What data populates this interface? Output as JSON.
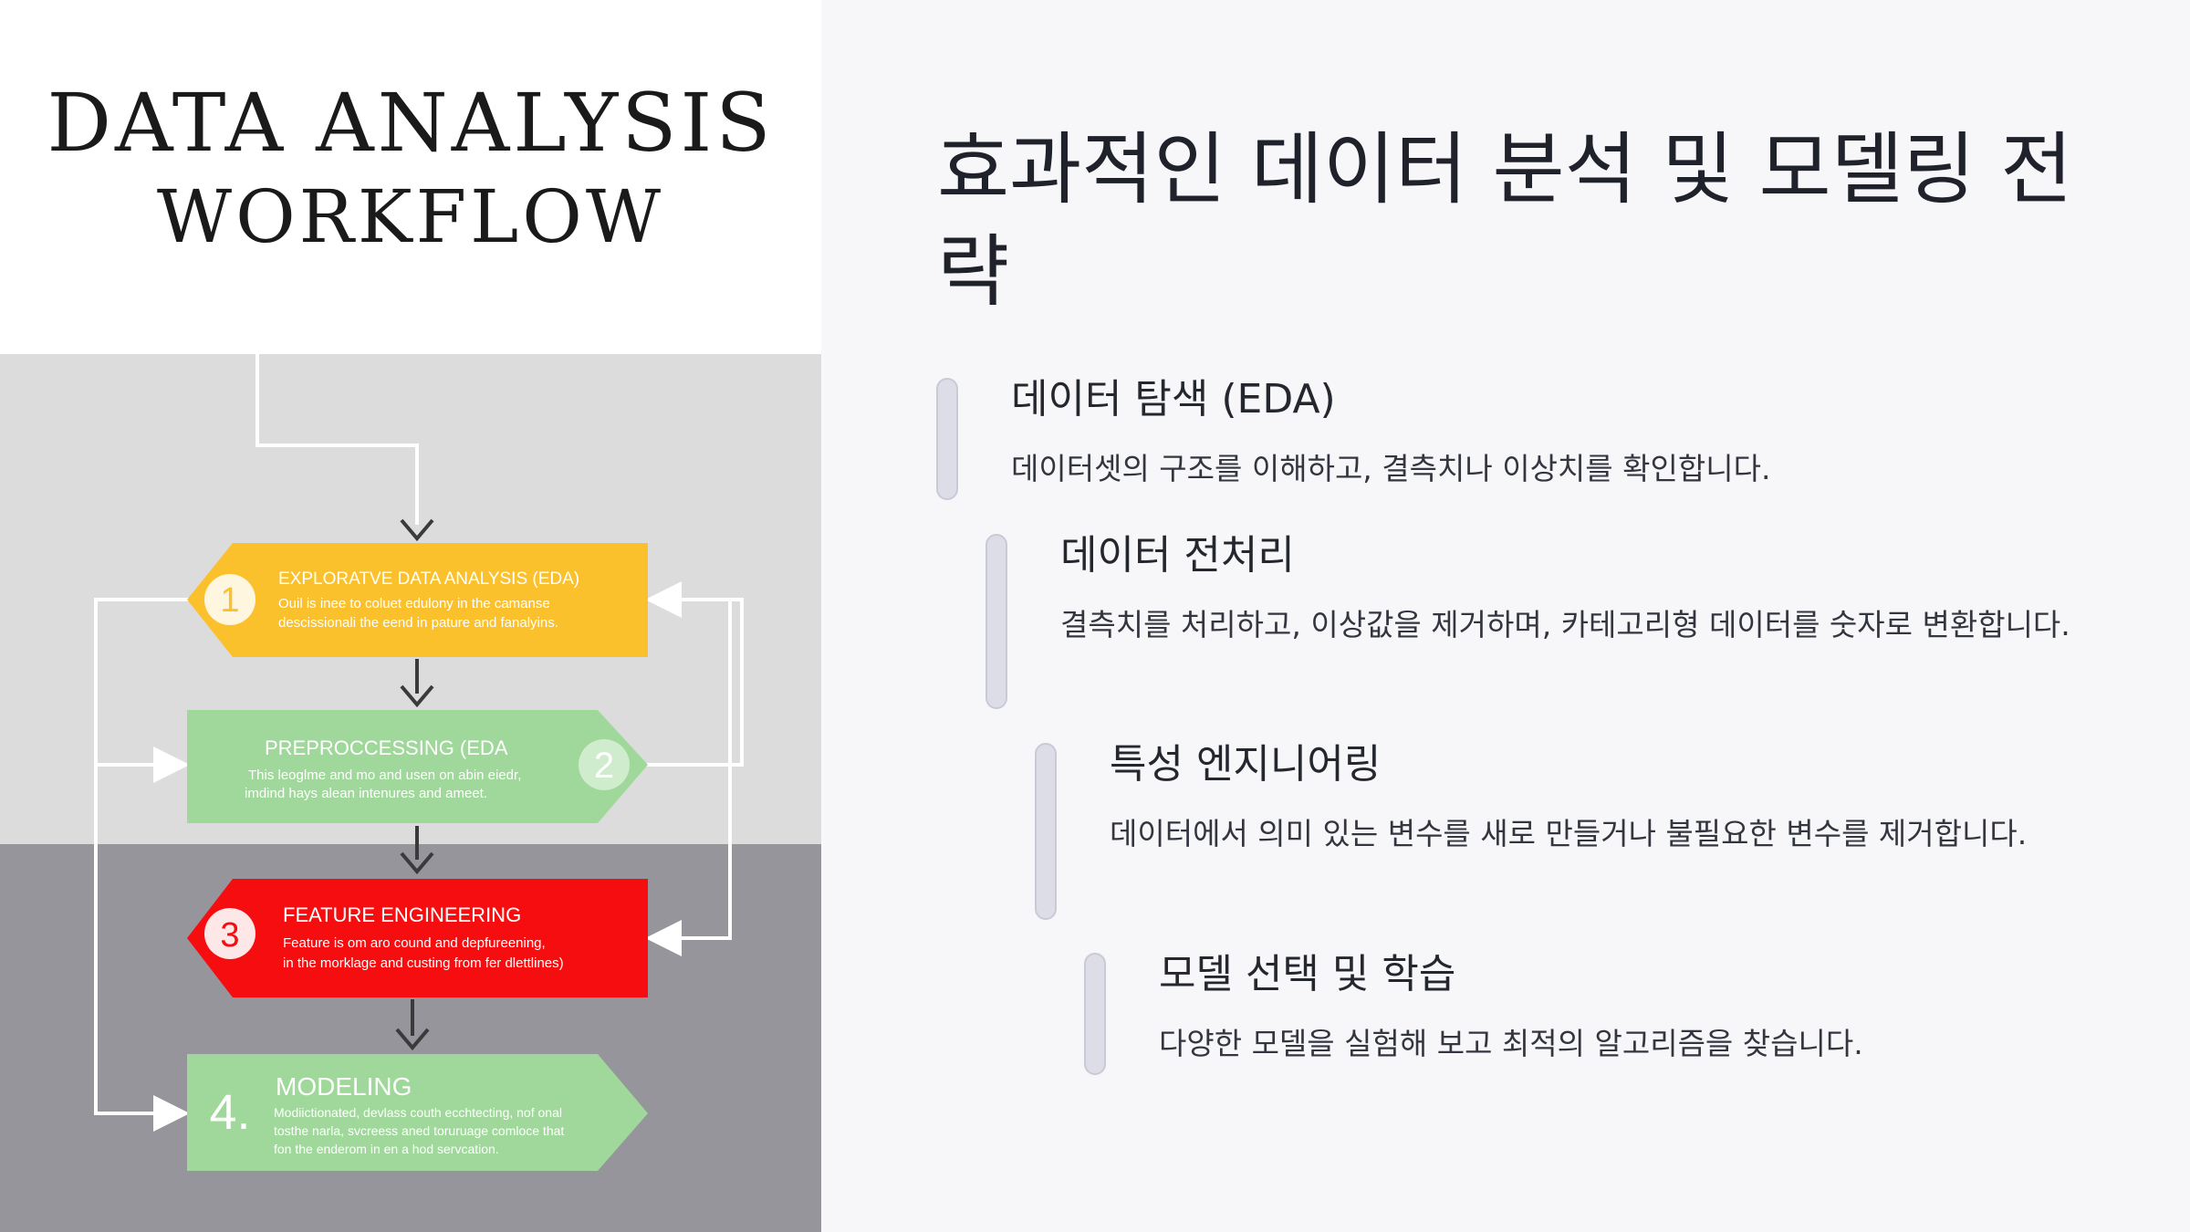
{
  "left_image": {
    "title_line1": "DATA ANALYSIS",
    "title_line2": "WORKFLOW",
    "steps": [
      {
        "number": "1",
        "title": "EXPLORATVE DATA ANALYSIS (EDA)",
        "line1": "Ouil is inee to coluet edulony in the camanse",
        "line2": "descissionali the eend in pature and fanalyins.",
        "color": "#fbc12c"
      },
      {
        "number": "2",
        "title": "PREPROCCESSING (EDA",
        "line1": "This leoglme and mo and usen on abin eiedr,",
        "line2": "imdind hays alean intenures and ameet.",
        "color": "#9fd89a"
      },
      {
        "number": "3",
        "title": "FEATURE ENGINEERING",
        "line1": "Feature is om aro cound and depfureening,",
        "line2": "in the morklage and custing from fer dlettlines)",
        "color": "#f50d0f"
      },
      {
        "number": "4.",
        "title": "MODELING",
        "line1": "Modiictionated, devlass couth ecchtecting, nof onal",
        "line2": "tosthe narla, svcreess aned toruruage comloce that",
        "line3": "fon the enderom in en a hod servcation.",
        "color": "#9fd89a"
      }
    ]
  },
  "slide": {
    "title": "효과적인 데이터 분석 및 모델링 전략",
    "steps": [
      {
        "heading": "데이터 탐색 (EDA)",
        "description": "데이터셋의 구조를 이해하고, 결측치나 이상치를 확인합니다."
      },
      {
        "heading": "데이터 전처리",
        "description": "결측치를 처리하고, 이상값을 제거하며, 카테고리형 데이터를 숫자로 변환합니다."
      },
      {
        "heading": "특성 엔지니어링",
        "description": "데이터에서 의미 있는 변수를 새로 만들거나 불필요한 변수를 제거합니다."
      },
      {
        "heading": "모델 선택 및 학습",
        "description": "다양한 모델을 실험해 보고 최적의 알고리즘을 찾습니다."
      }
    ]
  }
}
